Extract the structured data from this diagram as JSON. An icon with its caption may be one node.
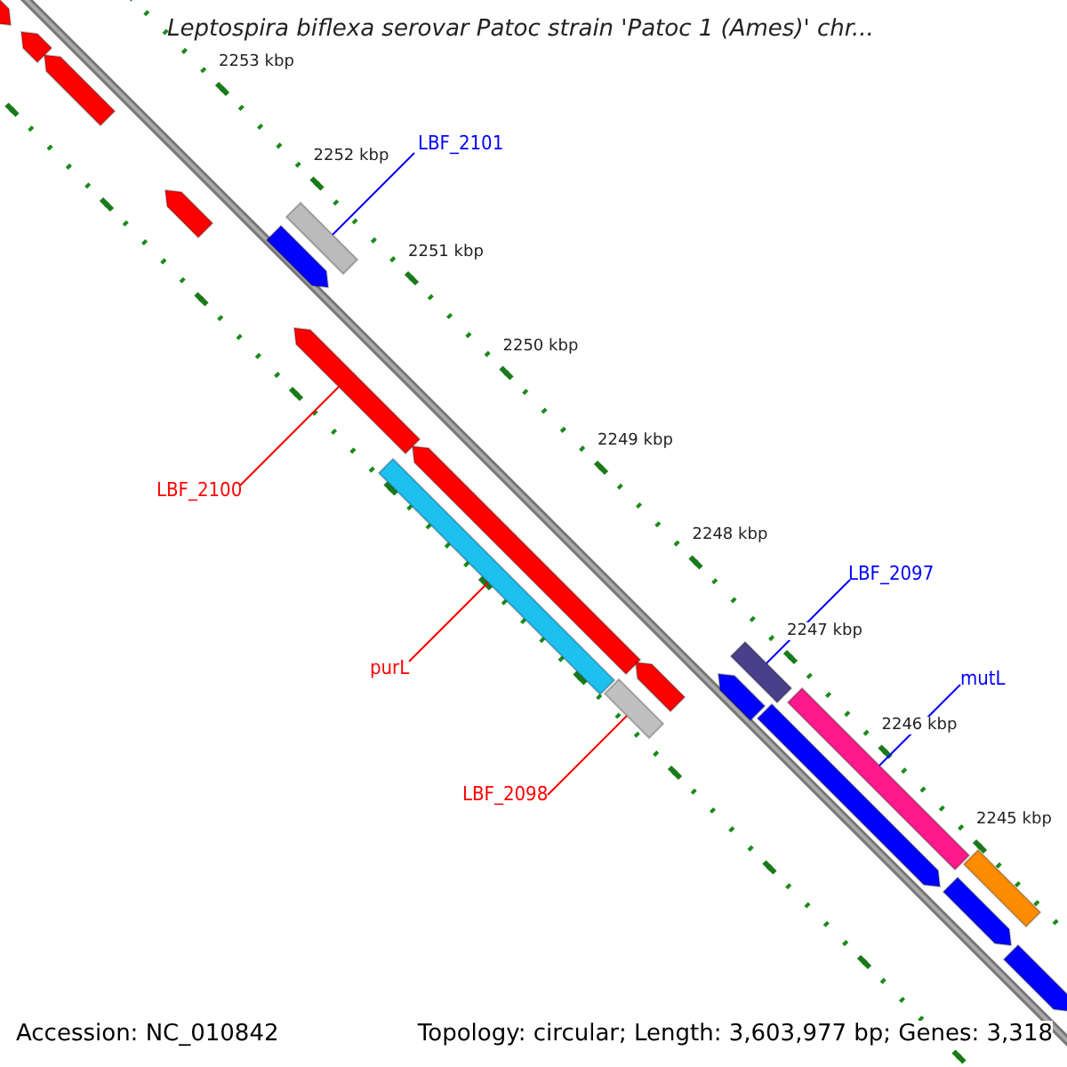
{
  "diagram": {
    "title": "Leptospira biflexa serovar Patoc strain 'Patoc 1 (Ames)' chr...",
    "nodes": [
      {
        "text": [
          "LBF_2101"
        ]
      },
      {
        "text": [],
        "shape": "bar"
      },
      {
        "text": [
          "LBF_2100"
        ]
      },
      {
        "text": [],
        "shape": "bar"
      },
      {
        "text": [
          "LBF_2097"
        ]
      },
      {
        "text": [
          "purL"
        ]
      },
      {
        "text": [],
        "shape": "bar"
      },
      {
        "text": [],
        "shape": "bar"
      },
      {
        "text": [
          "mutL"
        ]
      },
      {
        "text": [],
        "shape": "bar"
      },
      {
        "text": [
          "LBF_2098"
        ]
      },
      {
        "text": [],
        "shape": "bar"
      },
      {
        "text": [],
        "shape": "bar"
      },
      {
        "text": [],
        "shape": "bar"
      },
      {
        "text": [],
        "shape": "bar"
      },
      {
        "text": [],
        "shape": "bar"
      },
      {
        "text": [],
        "shape": "bar"
      },
      {
        "text": [],
        "shape": "bar"
      },
      {
        "text": [],
        "shape": "bar"
      },
      {
        "text": [],
        "shape": "bar"
      },
      {
        "text": [],
        "shape": "bar"
      },
      {
        "text": [],
        "shape": "bar"
      },
      {
        "text": [],
        "shape": "bar"
      },
      {
        "text": [],
        "shape": "bar"
      }
    ],
    "edges": [
      {
        "from": 0,
        "to": 1,
        "arrow": "none",
        "color": "#0000ff"
      },
      {
        "from": 2,
        "to": 3,
        "arrow": "none",
        "color": "#ff0000"
      },
      {
        "from": 4,
        "to": 7,
        "arrow": "none",
        "color": "#0000ff"
      },
      {
        "from": 5,
        "to": 6,
        "arrow": "none",
        "color": "#ff0000"
      },
      {
        "from": 8,
        "to": 9,
        "arrow": "none",
        "color": "#0000ff"
      },
      {
        "from": 10,
        "to": 11,
        "arrow": "none",
        "color": "#ff0000"
      }
    ],
    "labels": [
      "2253 kbp",
      "2252 kbp",
      "2251 kbp",
      "2250 kbp",
      "2249 kbp",
      "2248 kbp",
      "2247 kbp",
      "2246 kbp",
      "2245 kbp",
      "Accession: NC_010842",
      "Topology: circular; Length: 3,603,977 bp; Genes: 3,318"
    ]
  }
}
